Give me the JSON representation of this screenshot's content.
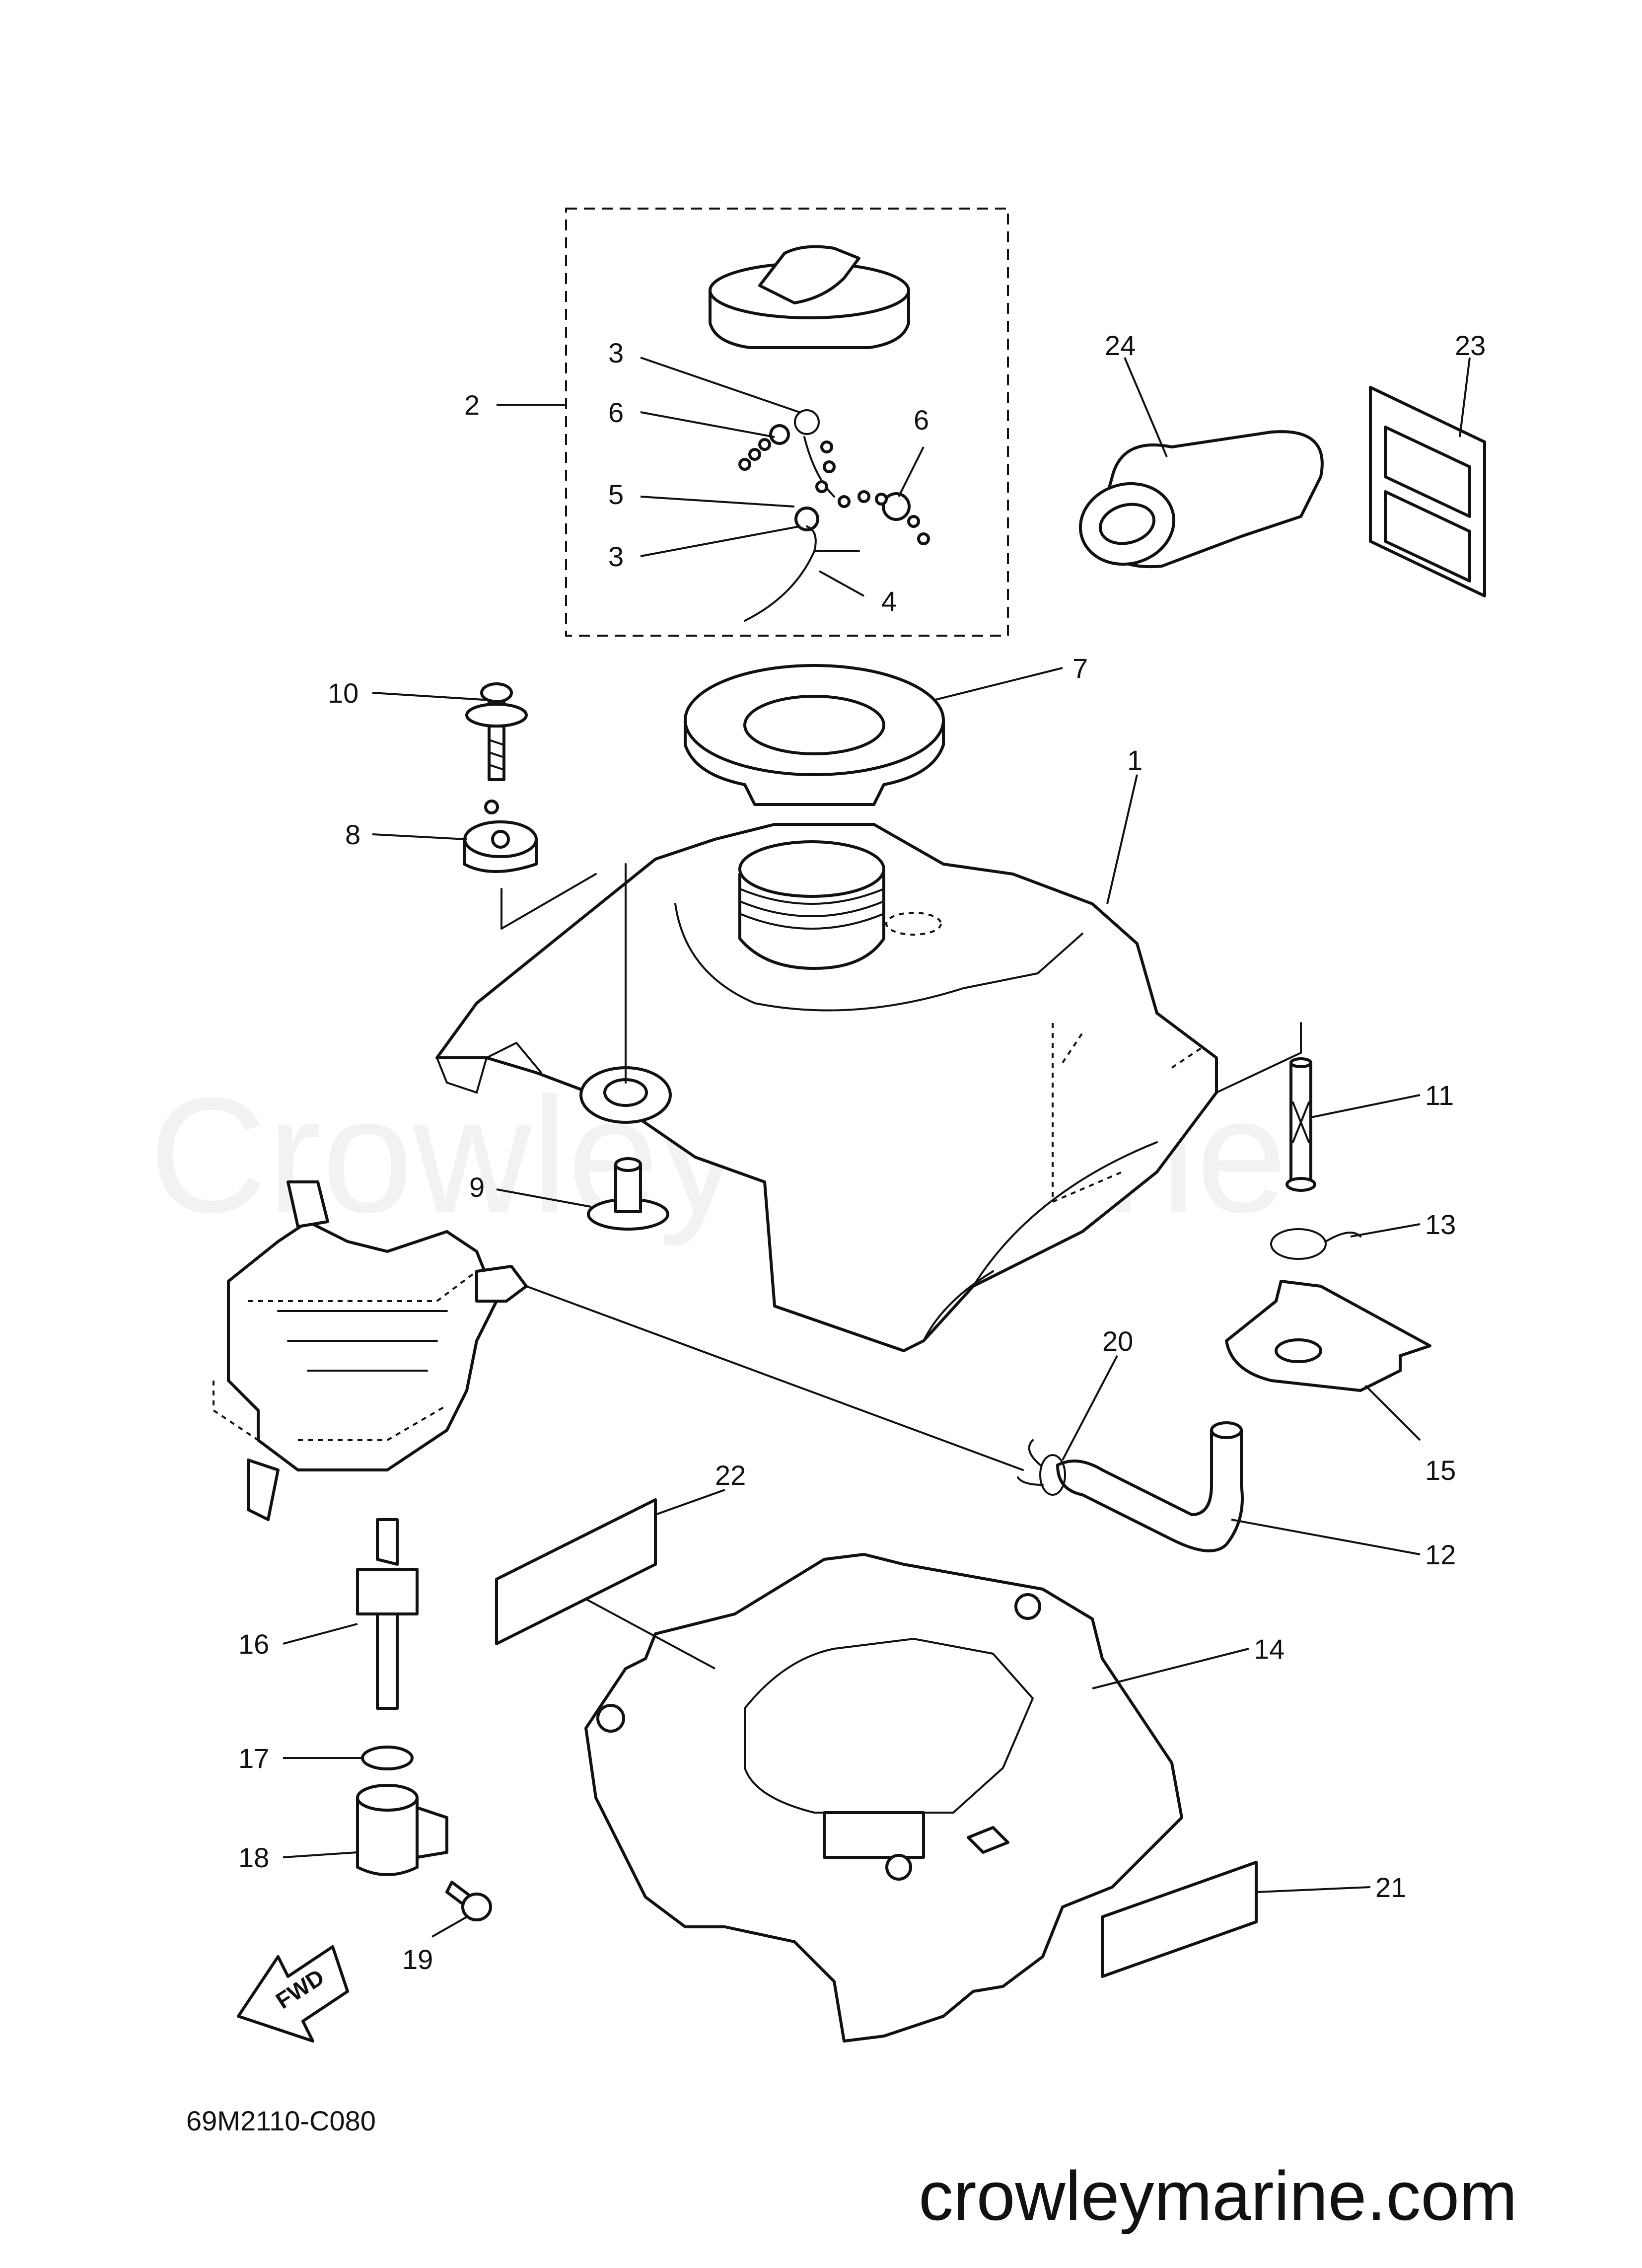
{
  "diagram": {
    "code": "69M2110-C080",
    "watermark": "Crowley Marine",
    "site": "crowleymarine.com",
    "fwd": "FWD",
    "callouts": [
      {
        "id": "c1",
        "label": "1"
      },
      {
        "id": "c2",
        "label": "2"
      },
      {
        "id": "c3a",
        "label": "3"
      },
      {
        "id": "c3b",
        "label": "3"
      },
      {
        "id": "c4",
        "label": "4"
      },
      {
        "id": "c5",
        "label": "5"
      },
      {
        "id": "c6a",
        "label": "6"
      },
      {
        "id": "c6b",
        "label": "6"
      },
      {
        "id": "c7",
        "label": "7"
      },
      {
        "id": "c8",
        "label": "8"
      },
      {
        "id": "c9",
        "label": "9"
      },
      {
        "id": "c10",
        "label": "10"
      },
      {
        "id": "c11",
        "label": "11"
      },
      {
        "id": "c12",
        "label": "12"
      },
      {
        "id": "c13",
        "label": "13"
      },
      {
        "id": "c14",
        "label": "14"
      },
      {
        "id": "c15",
        "label": "15"
      },
      {
        "id": "c16",
        "label": "16"
      },
      {
        "id": "c17",
        "label": "17"
      },
      {
        "id": "c18",
        "label": "18"
      },
      {
        "id": "c19",
        "label": "19"
      },
      {
        "id": "c20",
        "label": "20"
      },
      {
        "id": "c21",
        "label": "21"
      },
      {
        "id": "c22",
        "label": "22"
      },
      {
        "id": "c23",
        "label": "23"
      },
      {
        "id": "c24",
        "label": "24"
      }
    ]
  }
}
